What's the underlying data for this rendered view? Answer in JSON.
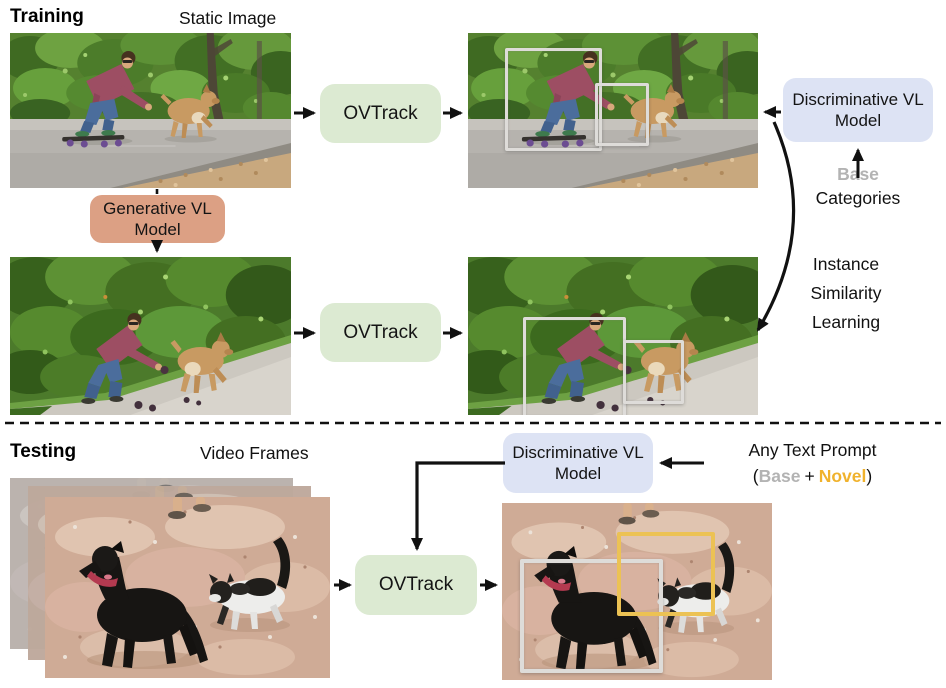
{
  "palette": {
    "ovtrack_box": "#dcead2",
    "discriminative_box": "#dde3f4",
    "generative_box": "#dca084",
    "base_text_gray": "#b3b3b3",
    "novel_text_orange": "#f0b22d",
    "bbox_gray": "#dedcd9",
    "bbox_yellow": "#ecc254",
    "arrow_black": "#111111"
  },
  "training": {
    "section_label": "Training",
    "input_label": "Static Image",
    "ovtrack_top_label": "OVTrack",
    "ovtrack_bottom_label": "OVTrack",
    "generative_model_label": "Generative VL Model",
    "discriminative_model_label": "Discriminative VL Model",
    "categories_base": "Base",
    "categories_rest": "Categories",
    "instance_similarity": [
      "Instance",
      "Similarity",
      "Learning"
    ]
  },
  "testing": {
    "section_label": "Testing",
    "input_label": "Video Frames",
    "ovtrack_label": "OVTrack",
    "discriminative_model_label": "Discriminative VL Model",
    "prompt_line1": "Any Text Prompt",
    "prompt_open_paren": "(",
    "prompt_base": "Base",
    "prompt_plus": "+",
    "prompt_novel": "Novel",
    "prompt_close_paren": ")"
  }
}
